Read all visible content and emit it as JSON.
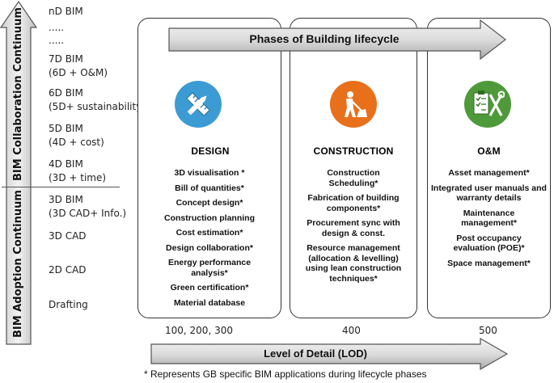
{
  "left_axis": {
    "upper_label": "BIM Collaboration Continuum",
    "lower_label": "BIM Adoption Continuum"
  },
  "levels": [
    {
      "text": "nD BIM"
    },
    {
      "text": "....."
    },
    {
      "text": "....."
    },
    {
      "text": "7D BIM"
    },
    {
      "text": "(6D + O&M)"
    },
    {
      "text": "6D BIM"
    },
    {
      "text": "(5D+ sustainability)"
    },
    {
      "text": "5D BIM"
    },
    {
      "text": "(4D + cost)"
    },
    {
      "text": "4D BIM"
    },
    {
      "text": "(3D + time)"
    },
    {
      "text": "3D BIM"
    },
    {
      "text": "(3D CAD+ Info.)"
    },
    {
      "text": "3D CAD"
    },
    {
      "text": "2D CAD"
    },
    {
      "text": "Drafting"
    }
  ],
  "phases_arrow_label": "Phases of Building lifecycle",
  "phases": [
    {
      "title": "DESIGN",
      "icon": "ruler-pencil-icon",
      "color": "#3d9bd3",
      "items": [
        "3D visualisation *",
        "Bill of quantities*",
        "Concept design*",
        "Construction planning",
        "Cost estimation*",
        "Design collaboration*",
        "Energy performance analysis*",
        "Green certification*",
        "Material database"
      ]
    },
    {
      "title": "CONSTRUCTION",
      "icon": "worker-digging-icon",
      "color": "#e8701b",
      "items": [
        "Construction Scheduling*",
        "Fabrication of building components*",
        "Procurement sync with design & const.",
        "Resource management (allocation & levelling) using lean construction techniques*"
      ]
    },
    {
      "title": "O&M",
      "icon": "checklist-tools-icon",
      "color": "#4e9a3a",
      "items": [
        "Asset management*",
        "Integrated user manuals and warranty details",
        "Maintenance management*",
        "Post occupancy evaluation (POE)*",
        "Space management*"
      ]
    }
  ],
  "lod_values": [
    "100, 200, 300",
    "400",
    "500"
  ],
  "lod_arrow_label": "Level of Detail (LOD)",
  "footnote": "* Represents GB specific BIM applications during lifecycle phases"
}
